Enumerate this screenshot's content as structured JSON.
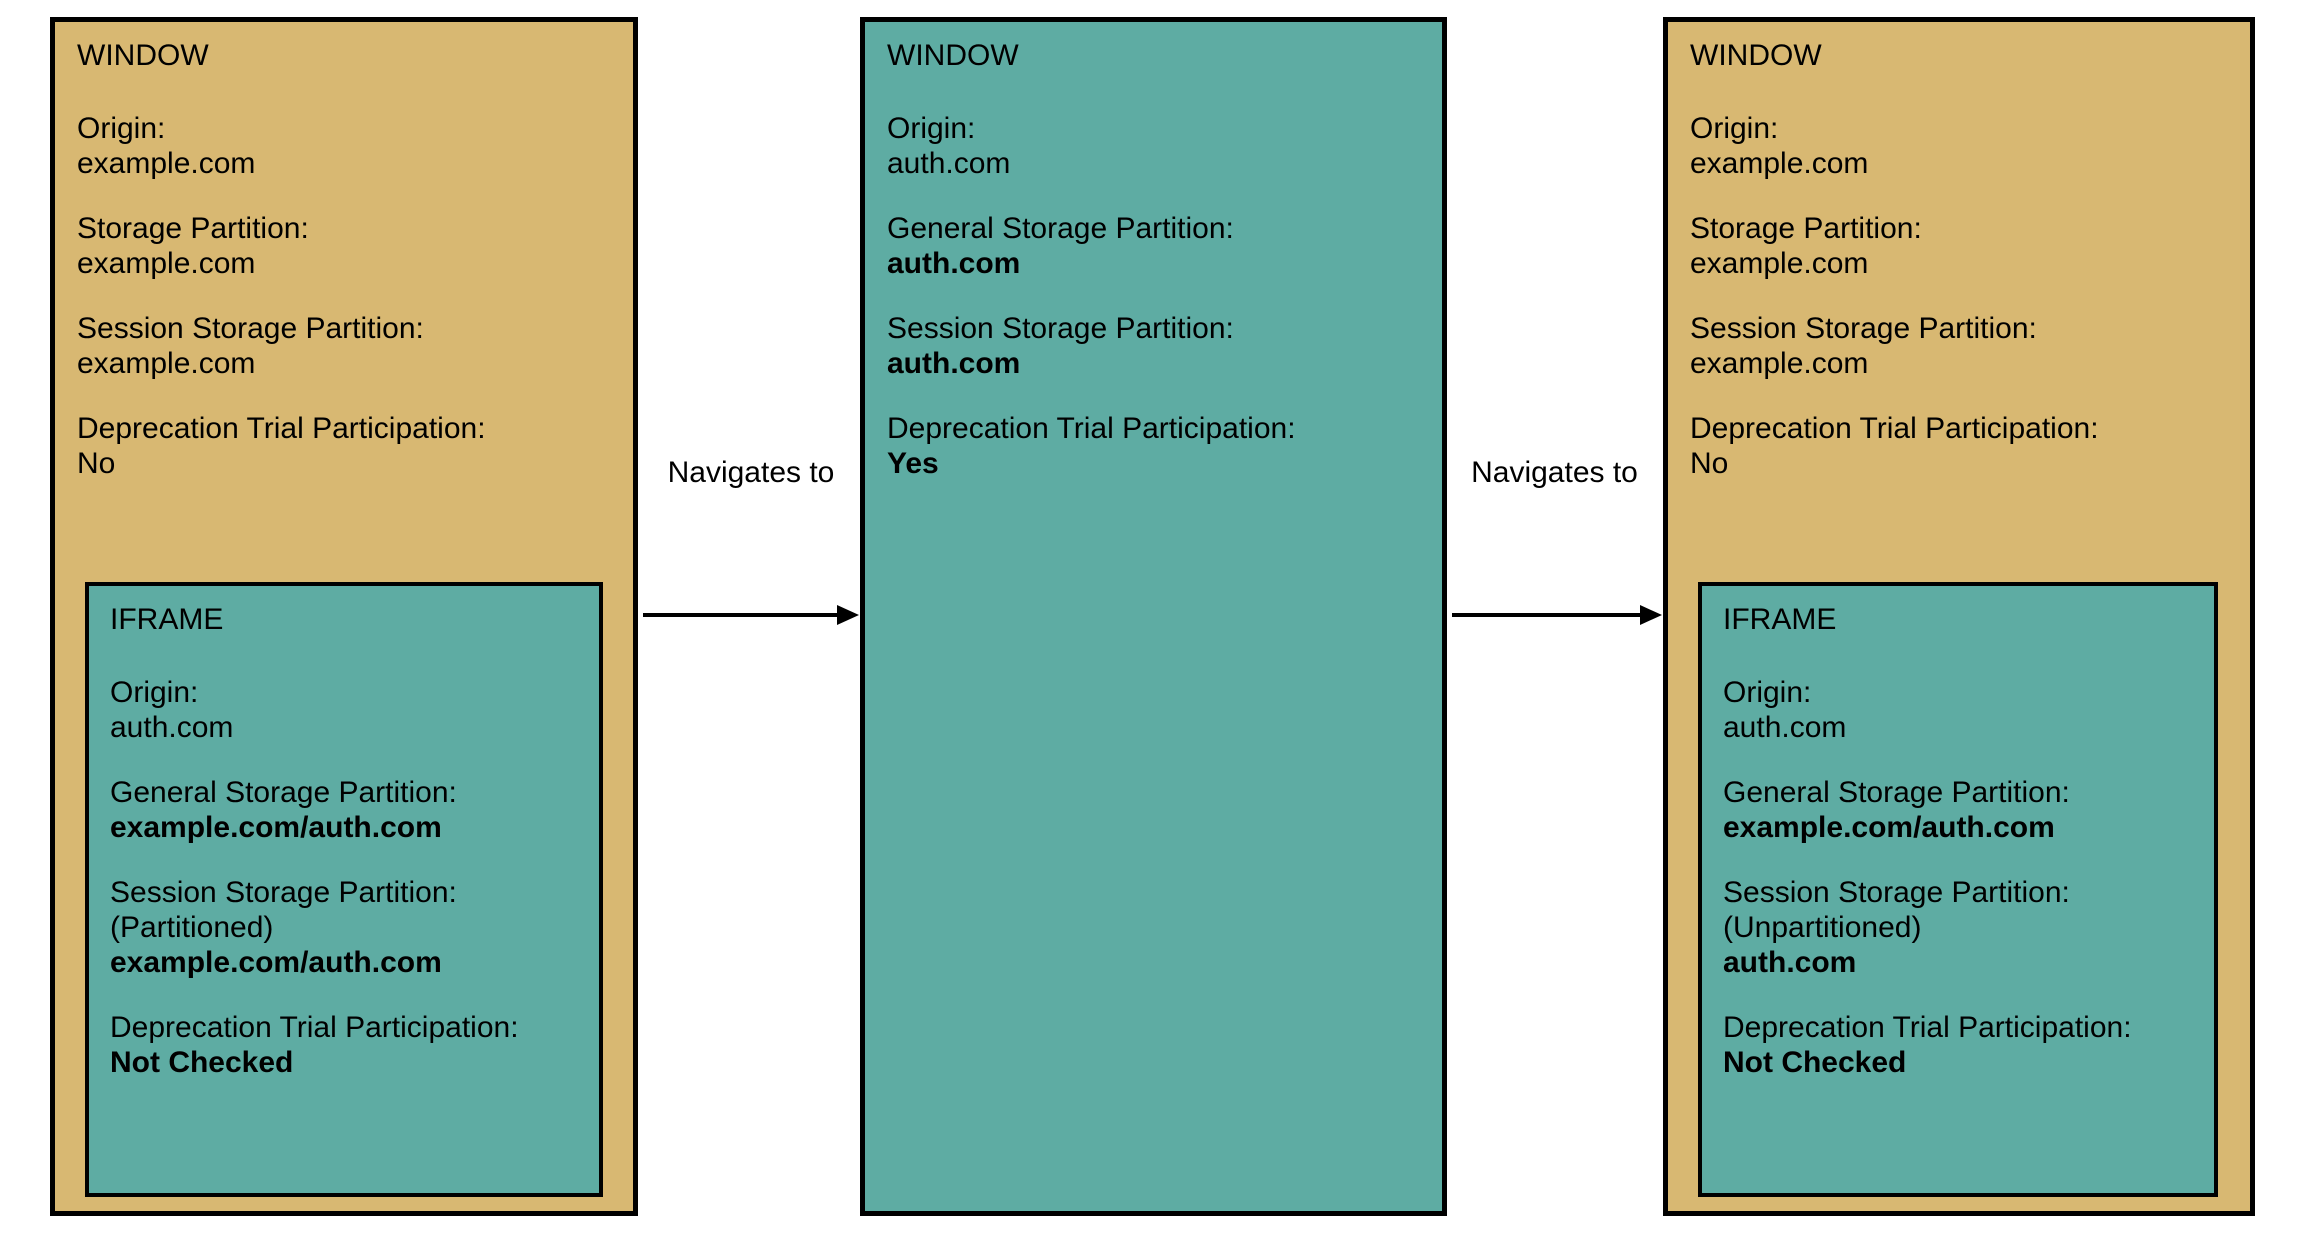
{
  "diagram": {
    "colors": {
      "window_fill": "#D8B872",
      "iframe_fill": "#5EACA3",
      "border": "#000000",
      "background": "#FFFFFF",
      "text": "#000000"
    },
    "windows": [
      {
        "title": "WINDOW",
        "fields": [
          {
            "label": "Origin:",
            "value": "example.com"
          },
          {
            "label": "Storage Partition:",
            "value": "example.com"
          },
          {
            "label": "Session Storage Partition:",
            "value": "example.com"
          },
          {
            "label": "Deprecation Trial Participation:",
            "value": "No"
          }
        ],
        "iframe": {
          "title": "IFRAME",
          "fields": [
            {
              "label": "Origin:",
              "value": "auth.com"
            },
            {
              "label": "General Storage Partition:",
              "value": "example.com/auth.com"
            },
            {
              "label": "Session Storage Partition:",
              "note": "(Partitioned)",
              "value": "example.com/auth.com"
            },
            {
              "label": "Deprecation Trial Participation:",
              "value": "Not Checked"
            }
          ]
        }
      },
      {
        "title": "WINDOW",
        "fields": [
          {
            "label": "Origin:",
            "value": "auth.com"
          },
          {
            "label": "General Storage Partition:",
            "value": "auth.com"
          },
          {
            "label": "Session Storage Partition:",
            "value": "auth.com"
          },
          {
            "label": "Deprecation Trial Participation:",
            "value": "Yes"
          }
        ]
      },
      {
        "title": "WINDOW",
        "fields": [
          {
            "label": "Origin:",
            "value": "example.com"
          },
          {
            "label": "Storage Partition:",
            "value": "example.com"
          },
          {
            "label": "Session Storage Partition:",
            "value": "example.com"
          },
          {
            "label": "Deprecation Trial Participation:",
            "value": "No"
          }
        ],
        "iframe": {
          "title": "IFRAME",
          "fields": [
            {
              "label": "Origin:",
              "value": "auth.com"
            },
            {
              "label": "General Storage Partition:",
              "value": "example.com/auth.com"
            },
            {
              "label": "Session Storage Partition:",
              "note": "(Unpartitioned)",
              "value": "auth.com"
            },
            {
              "label": "Deprecation Trial Participation:",
              "value": "Not Checked"
            }
          ]
        }
      }
    ],
    "arrows": [
      {
        "label": "Navigates to"
      },
      {
        "label": "Navigates to"
      }
    ]
  }
}
